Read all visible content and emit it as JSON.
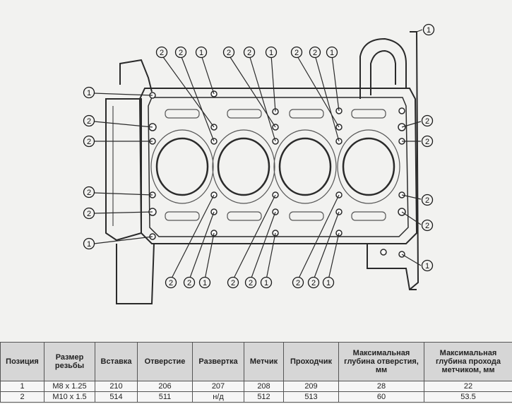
{
  "callouts": {
    "top": [
      "2",
      "2",
      "1",
      "2",
      "2",
      "1",
      "2",
      "2",
      "1"
    ],
    "bottom": [
      "2",
      "2",
      "1",
      "2",
      "2",
      "1",
      "2",
      "2",
      "1"
    ],
    "left": [
      "1",
      "2",
      "2",
      "2",
      "2",
      "1"
    ],
    "right": [
      "1",
      "2",
      "2",
      "2",
      "2",
      "1"
    ]
  },
  "table": {
    "headers": [
      "Позиция",
      "Размер резьбы",
      "Вставка",
      "Отверстие",
      "Развертка",
      "Метчик",
      "Проходчик",
      "Максимальная глубина отверстия, мм",
      "Максимальная глубина прохода метчиком, мм"
    ],
    "rows": [
      [
        "1",
        "M8 x 1.25",
        "210",
        "206",
        "207",
        "208",
        "209",
        "28",
        "22"
      ],
      [
        "2",
        "M10 x 1.5",
        "514",
        "511",
        "н/д",
        "512",
        "513",
        "60",
        "53.5"
      ]
    ]
  }
}
